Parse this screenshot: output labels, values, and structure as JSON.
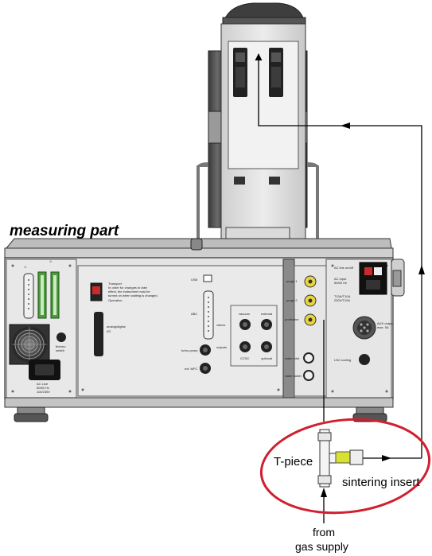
{
  "labels": {
    "measuring_part": "measuring part",
    "t_piece": "T-piece",
    "sintering_insert": "sintering insert",
    "from": "from",
    "gas_supply": "gas supply"
  },
  "panel": {
    "transport": "Transport",
    "operation": "Operation",
    "transport_note_1": "In order for changes to take",
    "transport_note_2": "effect, the instrument must be",
    "transport_note_3": "turned on when waiting is changed.",
    "usb": "USB",
    "abc": "ABC",
    "analog_digital": "analog/digital",
    "io": "I/O",
    "turbo_pump": "turbo-pump",
    "ext_mfc": "ext. MFC",
    "valves": "valves",
    "vacuum": "vacuum",
    "external": "external",
    "outputs": "outputs",
    "ccsc": "CCSC",
    "optional": "optional",
    "purge1": "purge 1",
    "purge2": "purge 2",
    "protective": "protective",
    "water_inlet": "water inlet",
    "water_outlet": "water outlet",
    "ac_line_on_off": "AC line on/off",
    "ac_input": "AC input",
    "ac_input_freq": "50/60 Hz",
    "fuse1": "T10A/T10A",
    "fuse2": "230V/T10A",
    "aux_output": "AUX output",
    "aux_output_max": "max. 5A",
    "ln2_cooling": "LN2 cooling",
    "thermo_switch": "thermo",
    "thermo_switch_2": "switch",
    "ac_line": "AC Line",
    "ac_line_freq": "50/60 Hz",
    "ac_line_volt": "110/230V"
  },
  "colors": {
    "ellipse": "#d02030",
    "panel_face": "#e4e4e4",
    "panel_outline": "#333333",
    "yellow_port": "#e8d640",
    "green_connector": "#4a9e3a",
    "red_switch": "#cc2a2a",
    "yellow_insert": "#d8e030"
  }
}
